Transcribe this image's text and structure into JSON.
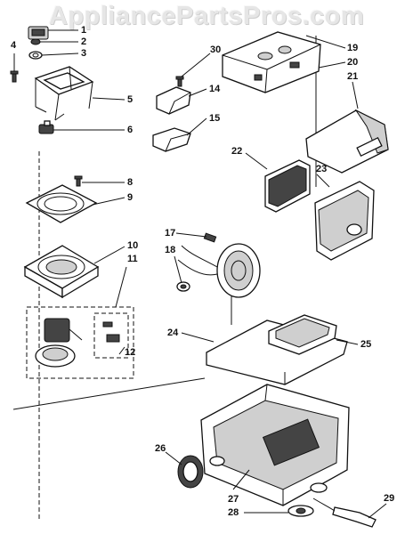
{
  "watermark": "AppliancePartsPros.com",
  "callouts": [
    "1",
    "2",
    "3",
    "4",
    "5",
    "6",
    "8",
    "9",
    "10",
    "11",
    "12",
    "14",
    "15",
    "17",
    "18",
    "19",
    "20",
    "21",
    "22",
    "23",
    "24",
    "25",
    "26",
    "27",
    "28",
    "29",
    "30"
  ]
}
